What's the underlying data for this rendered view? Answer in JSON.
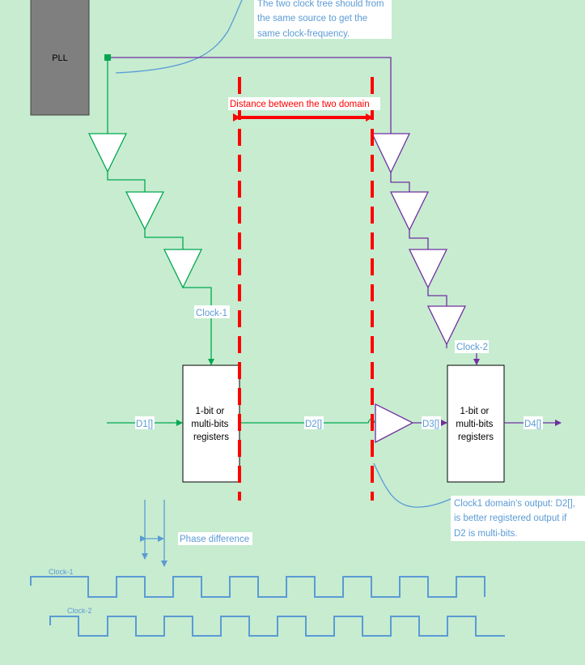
{
  "pll_label": "PLL",
  "note_top": [
    "The two clock tree should from",
    "the same source to get the",
    "same clock-frequency."
  ],
  "distance_label": "Distance between the two domain",
  "clock1_label": "Clock-1",
  "clock2_label": "Clock-2",
  "register_left": [
    "1-bit or",
    "multi-bits",
    "registers"
  ],
  "register_right": [
    "1-bit or",
    "multi-bits",
    "registers"
  ],
  "signals": {
    "d1": "D1[]",
    "d2": "D2[]",
    "d3": "D3[]",
    "d4": "D4[]"
  },
  "note_bottom": [
    "Clock1 domain's output: D2[],",
    "is better registered output if",
    "D2 is multi-bits."
  ],
  "phase_label": "Phase difference",
  "waveform_clock1_label": "Clock-1",
  "waveform_clock2_label": "Clock-2",
  "colors": {
    "background": "#c7ecd0",
    "clock1": "#00a84f",
    "clock2": "#7030a0",
    "boundary": "#ff0000",
    "annotation": "#5b9bd5",
    "pll_fill": "#7f7f7f"
  }
}
